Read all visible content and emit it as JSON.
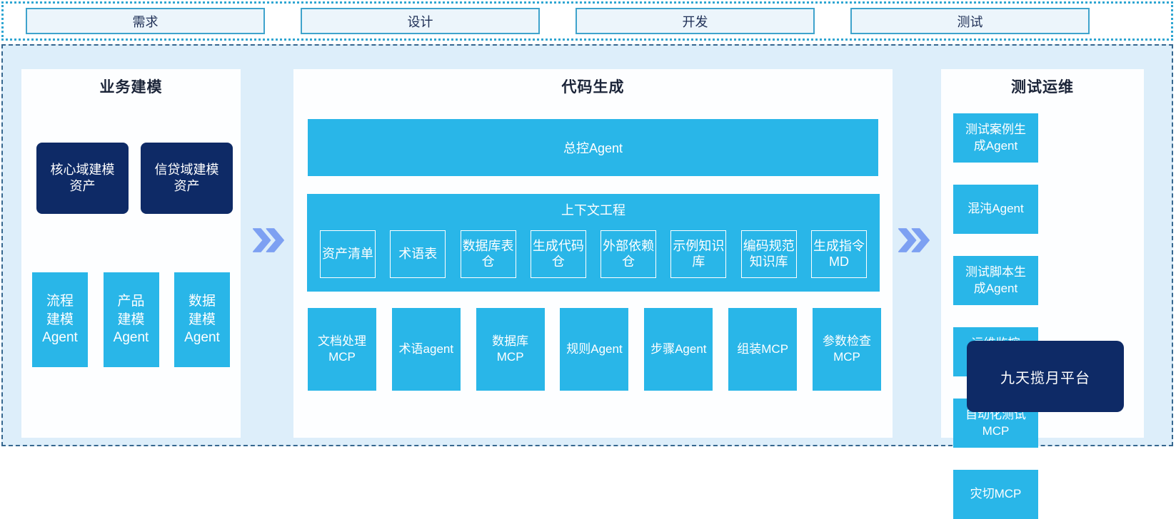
{
  "phases": [
    "需求",
    "设计",
    "开发",
    "测试"
  ],
  "panels": {
    "business": {
      "title": "业务建模",
      "assets": [
        "核心域建模资产",
        "信贷域建模资产"
      ],
      "agents": [
        "流程建模Agent",
        "产品建模Agent",
        "数据建模Agent"
      ]
    },
    "codegen": {
      "title": "代码生成",
      "master_agent": "总控Agent",
      "context": {
        "title": "上下文工程",
        "items": [
          "资产清单",
          "术语表",
          "数据库表仓",
          "生成代码仓",
          "外部依赖仓",
          "示例知识库",
          "编码规范知识库",
          "生成指令MD"
        ]
      },
      "tools": [
        "文档处理MCP",
        "术语agent",
        "数据库MCP",
        "规则Agent",
        "步骤Agent",
        "组装MCP",
        "参数检查MCP"
      ]
    },
    "testops": {
      "title": "测试运维",
      "agents": [
        "测试案例生成Agent",
        "混沌Agent",
        "测试脚本生成Agent",
        "运维监控Agent",
        "自动化测试MCP",
        "灾切MCP"
      ],
      "platform": "九天揽月平台"
    }
  },
  "colors": {
    "accent_cyan": "#29b6e8",
    "accent_navy": "#0e2a66",
    "container_bg": "#ddeefa",
    "phase_box_bg": "#ecf5fb",
    "phase_box_border": "#3fa3cc",
    "strip_border": "#2fa6d2",
    "container_border": "#36678f",
    "flow_arrow": "#7da0f2"
  }
}
